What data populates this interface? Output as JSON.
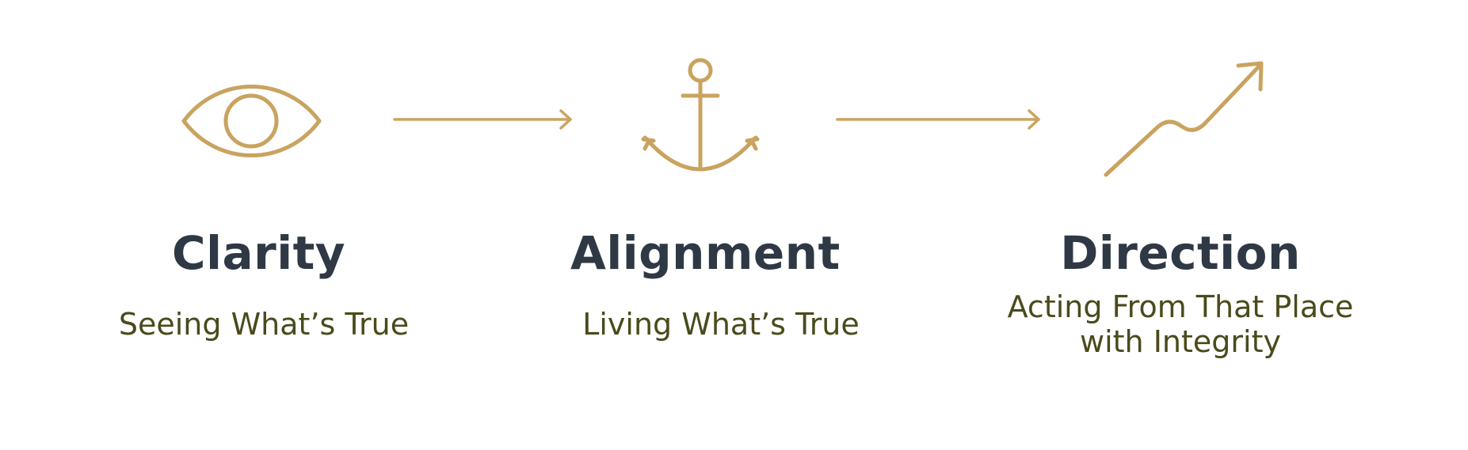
{
  "palette": {
    "icon_gold": "#c9a35f",
    "title_color": "#2f3945",
    "subtitle_color": "#4a4a1c",
    "background": "#ffffff"
  },
  "steps": [
    {
      "icon": "eye-icon",
      "title": "Clarity",
      "subtitle_lines": [
        "Seeing What’s True"
      ]
    },
    {
      "icon": "anchor-icon",
      "title": "Alignment",
      "subtitle_lines": [
        "Living What’s True"
      ]
    },
    {
      "icon": "trending-up-arrow-icon",
      "title": "Direction",
      "subtitle_lines": [
        "Acting From That Place",
        "with Integrity"
      ]
    }
  ],
  "connectors": [
    {
      "icon": "right-arrow-connector-icon"
    },
    {
      "icon": "right-arrow-connector-icon"
    }
  ]
}
